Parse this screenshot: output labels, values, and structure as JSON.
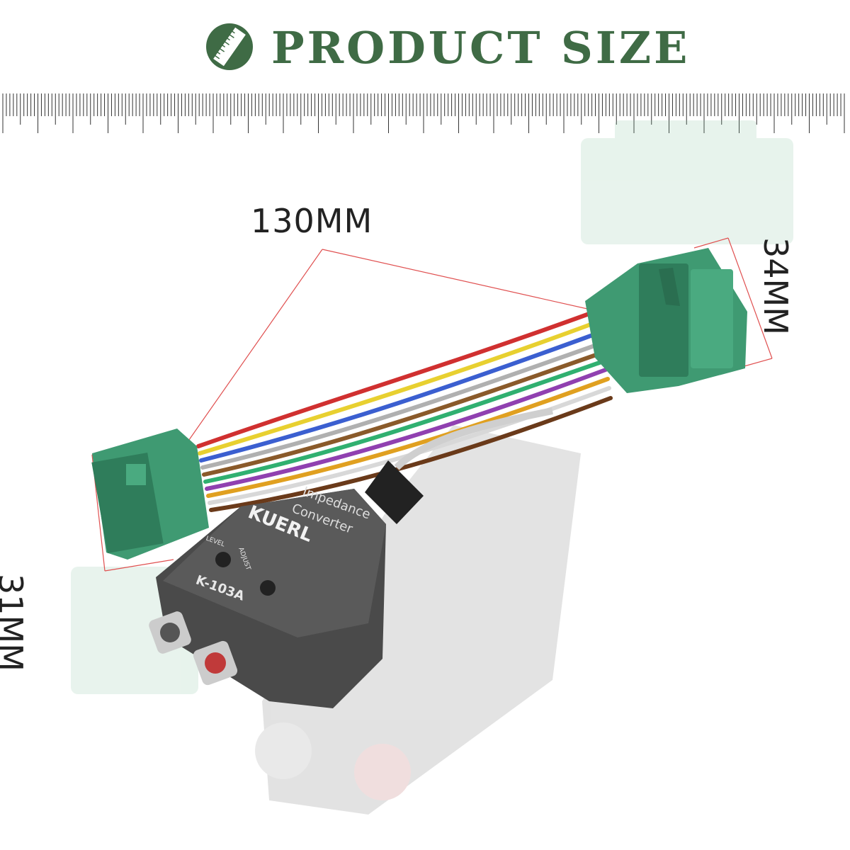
{
  "header": {
    "title": "PRODUCT SIZE",
    "badge_icon": "ruler-badge-icon"
  },
  "dimensions": {
    "length": "130MM",
    "right_connector": "34MM",
    "left_connector": "31MM"
  },
  "product": {
    "brand": "KUERL",
    "line1": "Impedance",
    "line2": "Converter",
    "model": "K-103A",
    "knob1": "LEVEL",
    "knob2": "ADJUST"
  },
  "colors": {
    "accent": "#3f6b45",
    "connector": "#3f9a72",
    "dim_line": "#e05050"
  }
}
